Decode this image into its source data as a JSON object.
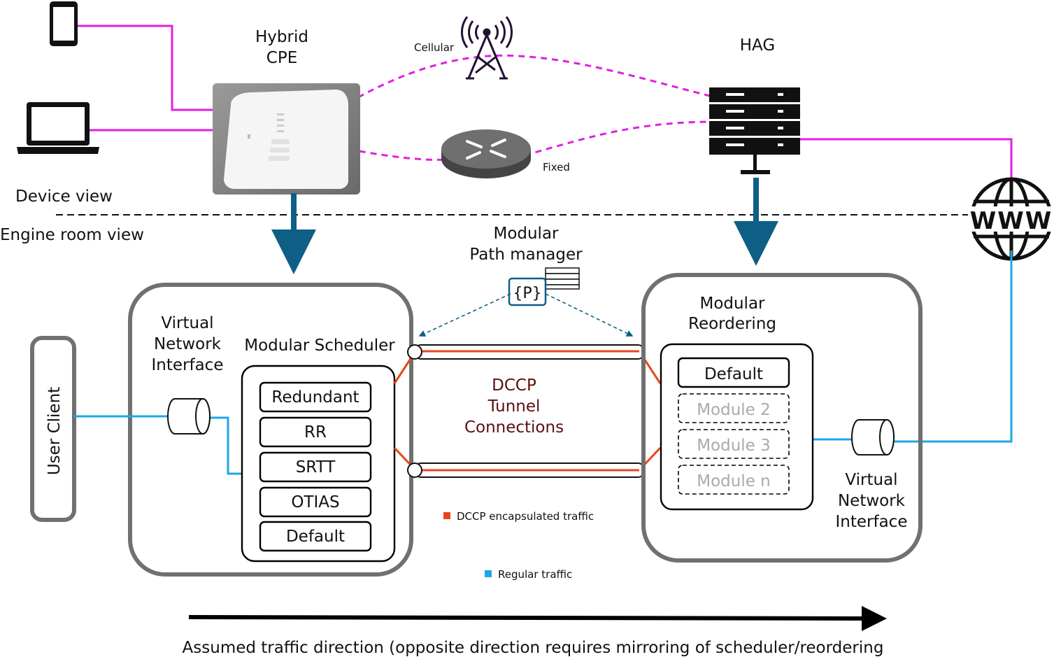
{
  "labels": {
    "hybrid_cpe_line1": "Hybrid",
    "hybrid_cpe_line2": "CPE",
    "cellular": "Cellular",
    "fixed": "Fixed",
    "hag": "HAG",
    "device_view": "Device view",
    "engine_room_view": "Engine room view",
    "path_manager_line1": "Modular",
    "path_manager_line2": "Path manager",
    "path_manager_icon": "{P}",
    "vni_left_line1": "Virtual",
    "vni_left_line2": "Network",
    "vni_left_line3": "Interface",
    "modular_scheduler": "Modular Scheduler",
    "user_client": "User Client",
    "tunnel_line1": "DCCP",
    "tunnel_line2": "Tunnel",
    "tunnel_line3": "Connections",
    "reordering_line1": "Modular",
    "reordering_line2": "Reordering",
    "vni_right_line1": "Virtual",
    "vni_right_line2": "Network",
    "vni_right_line3": "Interface",
    "traffic_direction": "Assumed traffic direction (opposite direction requires mirroring of scheduler/reordering"
  },
  "scheduler_modules": [
    "Redundant",
    "RR",
    "SRTT",
    "OTIAS",
    "Default"
  ],
  "reordering_modules": [
    {
      "label": "Default",
      "active": true
    },
    {
      "label": "Module 2",
      "active": false
    },
    {
      "label": "Module 3",
      "active": false
    },
    {
      "label": "Module n",
      "active": false
    }
  ],
  "legend": [
    {
      "label": "DCCP encapsulated traffic",
      "color": "#e8461a"
    },
    {
      "label": "Regular traffic",
      "color": "#1aa7e8"
    }
  ],
  "colors": {
    "device_link": "#e020e0",
    "regular": "#1aa7e8",
    "dccp": "#e8461a",
    "arrow": "#0e5f85",
    "panel_border": "#707070",
    "tunnel_text": "#5a0f0f"
  },
  "icons": [
    "smartphone-icon",
    "laptop-icon",
    "router-device-icon",
    "cell-tower-icon",
    "network-router-icon",
    "server-rack-icon",
    "www-globe-icon"
  ]
}
